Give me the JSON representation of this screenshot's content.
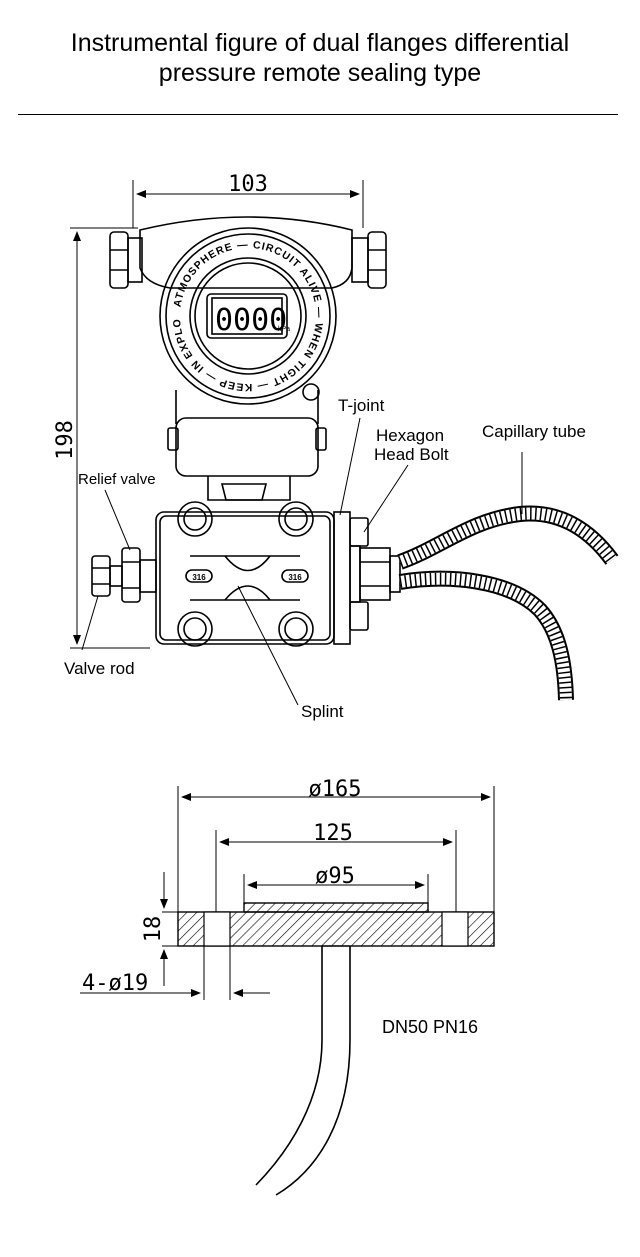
{
  "title": {
    "line1": "Instrumental figure of dual flanges differential",
    "line2": "pressure remote sealing type"
  },
  "transmitter": {
    "dim_width": "103",
    "dim_height": "198",
    "dial_text": "ATMOSPHERE — CIRCUIT ALIVE — WHEN TIGHT — KEEP — IN EXPLOSIVE",
    "display_digits": "0000",
    "display_unit": "kPa",
    "flange_mark_left": "316",
    "flange_mark_right": "316",
    "labels": {
      "t_joint": "T-joint",
      "hexagon_line1": "Hexagon",
      "hexagon_line2": "Head Bolt",
      "capillary": "Capillary tube",
      "relief_valve": "Relief valve",
      "valve_rod": "Valve rod",
      "splint": "Splint"
    }
  },
  "flange": {
    "dim_outer": "ø165",
    "dim_bolt_circle": "125",
    "dim_inner": "ø95",
    "dim_thickness": "18",
    "dim_holes": "4-ø19",
    "spec": "DN50 PN16"
  }
}
